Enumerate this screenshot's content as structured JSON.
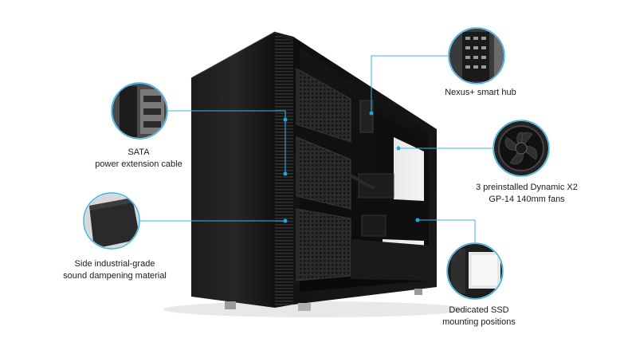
{
  "callouts": {
    "nexus_hub": {
      "lines": [
        "Nexus+ smart hub"
      ]
    },
    "sata": {
      "lines": [
        "SATA",
        "power extension cable"
      ]
    },
    "fans": {
      "lines": [
        "3 preinstalled Dynamic X2",
        "GP-14 140mm fans"
      ]
    },
    "dampening": {
      "lines": [
        "Side industrial-grade",
        "sound dampening material"
      ]
    },
    "ssd": {
      "lines": [
        "Dedicated SSD",
        "mounting positions"
      ]
    }
  },
  "colors": {
    "callout_line": "#3ab4e6",
    "callout_dot": "#1fa8e0",
    "case_body": "#161616",
    "case_edge": "#2a2a2a",
    "background": "#ffffff"
  },
  "icons": {
    "nexus_hub": "circuit-board-icon",
    "sata": "cable-detail-icon",
    "fans": "fan-icon",
    "dampening": "foam-panel-icon",
    "ssd": "ssd-bracket-icon"
  }
}
